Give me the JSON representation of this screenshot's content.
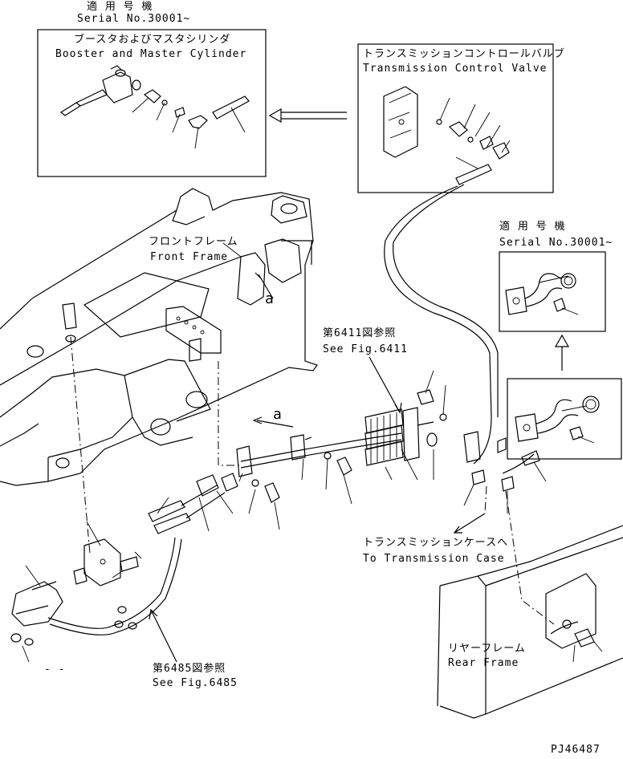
{
  "labels": {
    "serial_top_jp": "適 用 号 機",
    "serial_top_en": "Serial No.30001~",
    "booster_jp": "ブースタおよびマスタシリンダ",
    "booster_en": "Booster and Master Cylinder",
    "tcv_jp": "トランスミッションコントロールバルブ",
    "tcv_en": "Transmission Control Valve",
    "serial_right_jp": "適 用 号 機",
    "serial_right_en": "Serial No.30001~",
    "front_frame_jp": "フロントフレーム",
    "front_frame_en": "Front Frame",
    "detail_a_inset": "a",
    "detail_a_main": "a",
    "fig6411_jp": "第6411図参照",
    "fig6411_en": "See Fig.6411",
    "trans_case_jp": "トランスミッションケースへ",
    "trans_case_en": "To Transmission Case",
    "rear_frame_jp": "リヤーフレーム",
    "rear_frame_en": "Rear Frame",
    "fig6485_jp": "第6485図参照",
    "fig6485_en": "See Fig.6485",
    "dash_mark": "- -",
    "drawing_code": "PJ46487"
  }
}
